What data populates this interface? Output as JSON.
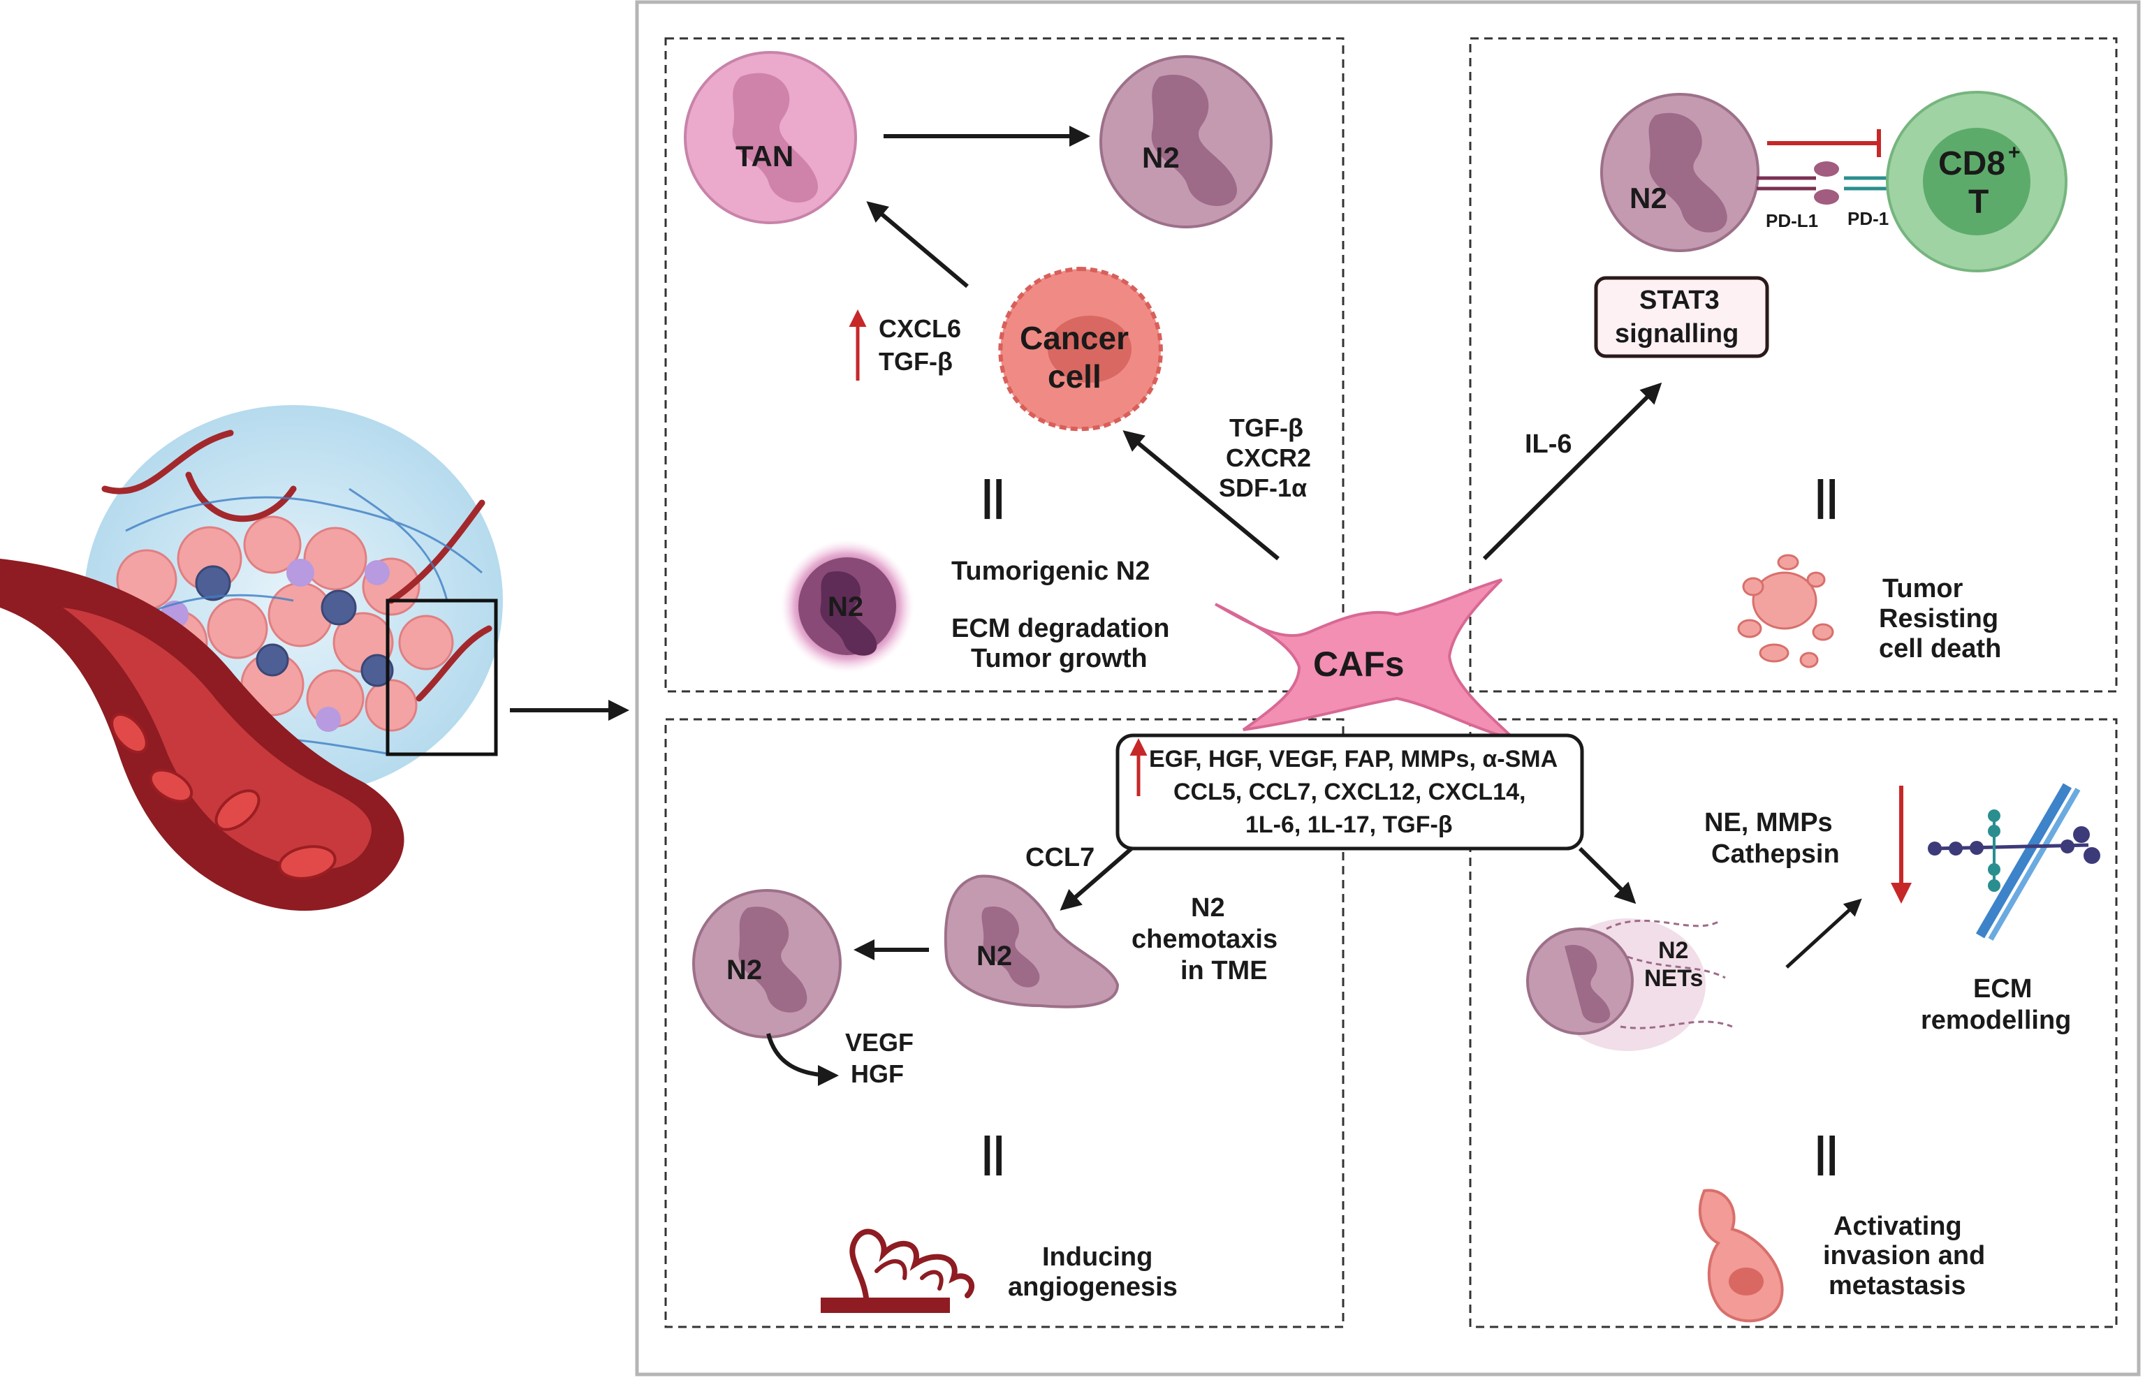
{
  "panels": {
    "top_left": {
      "cells": {
        "tan": "TAN",
        "n2": "N2",
        "cancer_line1": "Cancer",
        "cancer_line2": "cell",
        "n2_small": "N2"
      },
      "cytokines_up": [
        "CXCL6",
        "TGF-β"
      ],
      "caf_factors": [
        "TGF-β",
        "CXCR2",
        "SDF-1α"
      ],
      "equals": "||",
      "outcome": {
        "title": "Tumorigenic N2",
        "line1": "ECM degradation",
        "line2": "Tumor growth"
      }
    },
    "top_right": {
      "cells": {
        "n2": "N2",
        "cd8_line1": "CD8",
        "cd8_sup": "+",
        "cd8_line2": "T"
      },
      "receptors": {
        "pdl1": "PD-L1",
        "pd1": "PD-1"
      },
      "signalling": [
        "STAT3",
        "signalling"
      ],
      "il6": "IL-6",
      "equals": "||",
      "outcome": [
        "Tumor",
        "Resisting",
        "cell death"
      ]
    },
    "bottom_left": {
      "ccl7": "CCL7",
      "cells": {
        "n2_left": "N2",
        "n2_right": "N2"
      },
      "chemotaxis": [
        "N2",
        "chemotaxis",
        "in TME"
      ],
      "factors": [
        "VEGF",
        "HGF"
      ],
      "equals": "||",
      "outcome": [
        "Inducing",
        "angiogenesis"
      ]
    },
    "bottom_right": {
      "nets": [
        "N2",
        "NETs"
      ],
      "enzymes": [
        "NE, MMPs",
        "Cathepsin"
      ],
      "ecm": [
        "ECM",
        "remodelling"
      ],
      "equals": "||",
      "outcome": [
        "Activating",
        "invasion and",
        "metastasis"
      ]
    }
  },
  "center": {
    "cafs": "CAFs",
    "secreted": [
      "EGF, HGF, VEGF, FAP, MMPs, α-SMA",
      "CCL5, CCL7, CXCL12, CXCL14,",
      "1L-6, 1L-17, TGF-β"
    ]
  },
  "colors": {
    "arrow": "#1a1a1a",
    "up_arrow": "#c62828",
    "inhibition": "#c62828",
    "neutrophil": "#c49ab0",
    "cd8_outer": "#9fd3a4",
    "cd8_inner": "#5dab6a",
    "cancer": "#f08a85",
    "caf": "#f28fb2",
    "vessel": "#8e1c22",
    "frame": "#b5b5b5"
  }
}
